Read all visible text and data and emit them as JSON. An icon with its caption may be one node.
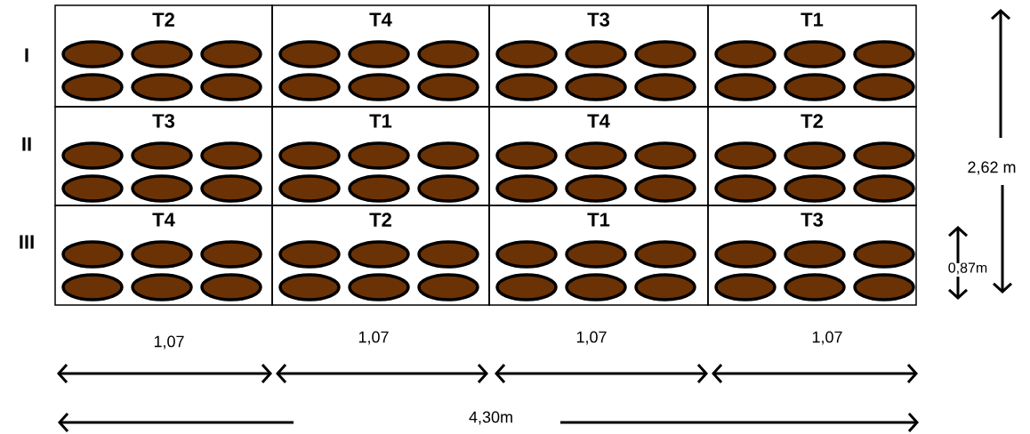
{
  "diagram": {
    "nodes": [
      {
        "text": [
          "T2"
        ]
      },
      {
        "text": [
          "T4"
        ]
      },
      {
        "text": [
          "T3"
        ]
      },
      {
        "text": [
          "T1"
        ]
      },
      {
        "text": [
          "T3"
        ]
      },
      {
        "text": [
          "T1"
        ]
      },
      {
        "text": [
          "T4"
        ]
      },
      {
        "text": [
          "T2"
        ]
      },
      {
        "text": [
          "T4"
        ]
      },
      {
        "text": [
          "T2"
        ]
      },
      {
        "text": [
          "T1"
        ]
      },
      {
        "text": [
          "T3"
        ]
      }
    ],
    "labels": [
      "I",
      "II",
      "III",
      "2,62 m",
      "0,87m",
      "1,07",
      "1,07",
      "1,07",
      "1,07",
      "4,30m"
    ]
  }
}
